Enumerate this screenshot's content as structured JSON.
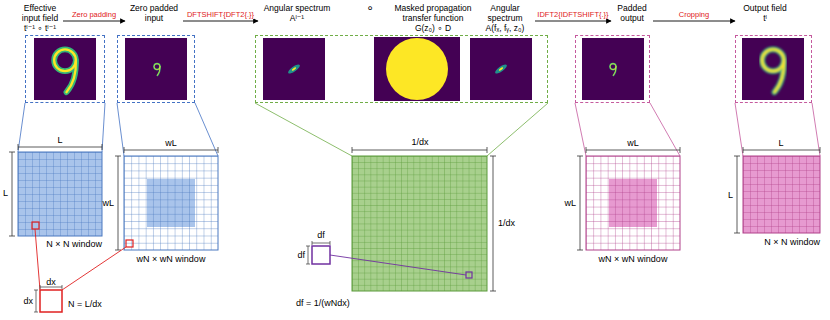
{
  "diagram": {
    "nodes": [
      {
        "text": [
          "Effective input field",
          "tˡ⁻¹ ∘ tˡ⁻¹"
        ]
      },
      {
        "text": [
          "Zero padded input"
        ]
      },
      {
        "text": [
          "∘"
        ]
      },
      {
        "text": [
          "Angular spectrum",
          "Aˡ⁻¹"
        ],
        "in": 2
      },
      {
        "text": [
          "Masked propagation transfer function",
          "G(z₀) ∘ D"
        ],
        "in": 2
      },
      {
        "text": [
          "Angular spectrum",
          "A(fₓ, fᵧ, z₀)"
        ],
        "in": 2
      },
      {
        "text": [
          "Padded output"
        ]
      },
      {
        "text": [
          "Output field",
          "tˡ"
        ]
      }
    ],
    "edges": [
      {
        "from": 0,
        "to": 1,
        "arrow": "to",
        "label": "Zero padding"
      },
      {
        "from": 1,
        "to": 2,
        "arrow": "to",
        "label": "DFTSHIFT{DFT2{.}}"
      },
      {
        "from": 2,
        "to": 6,
        "arrow": "to",
        "label": "IDFT2{IDFTSHIFT{.}}"
      },
      {
        "from": 6,
        "to": 7,
        "arrow": "to",
        "label": "Cropping"
      }
    ],
    "labels": [
      "L",
      "L",
      "N × N window",
      "dx",
      "dx",
      "N = L/dx",
      "wL",
      "wL",
      "wN × wN window",
      "1/dx",
      "1/dx",
      "df",
      "df",
      "df = 1/(wNdx)",
      "wL",
      "wL",
      "wN × wN window",
      "L",
      "L",
      "N × N window"
    ]
  }
}
